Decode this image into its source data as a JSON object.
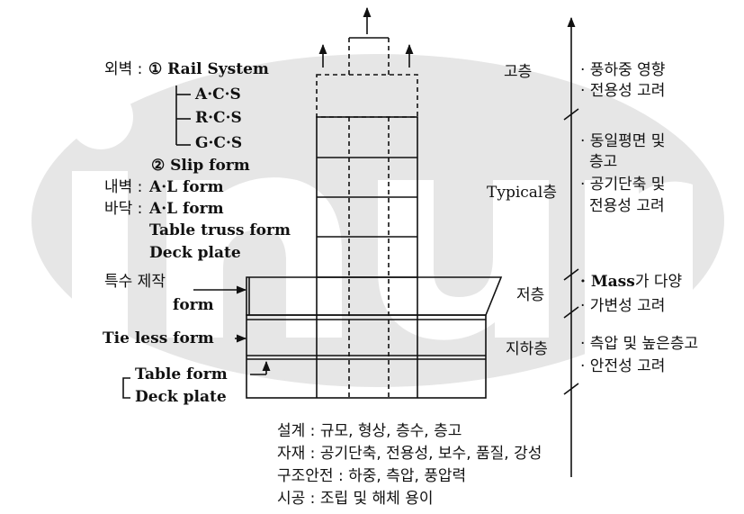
{
  "watermark": "inup",
  "left": {
    "outer_wall_label": "외벽 : ",
    "outer_wall_item1": "① Rail System",
    "acs": "A·C·S",
    "rcs": "R·C·S",
    "gcs": "G·C·S",
    "outer_wall_item2": "② Slip form",
    "inner_wall_label": "내벽 : ",
    "inner_wall_value": "A·L form",
    "floor_label": "바닥 : ",
    "floor_value": "A·L form",
    "table_truss": "Table truss form",
    "deck_plate_1": "Deck plate",
    "special_label": "특수 제작",
    "special_form": "form",
    "tie_less": "Tie less form",
    "table_form": "Table form",
    "deck_plate_2": "Deck plate"
  },
  "zones": {
    "high": "고층",
    "typical": "Typical층",
    "low": "저층",
    "basement": "지하층"
  },
  "notes": {
    "high_1": "· 풍하중 영향",
    "high_2": "· 전용성 고려",
    "typical_1": "· 동일평면 및",
    "typical_2": "층고",
    "typical_3": "· 공기단축 및",
    "typical_4": "전용성 고려",
    "low_1_bold": "· Mass",
    "low_1_rest": "가 다양",
    "low_2": "· 가변성 고려",
    "basement_1": "· 측압 및 높은층고",
    "basement_2": "· 안전성 고려"
  },
  "bottom": [
    "설계 : 규모, 형상, 층수, 층고",
    "자재 : 공기단축, 전용성, 보수, 품질, 강성",
    "구조안전 : 하중, 측압, 풍압력",
    "시공 : 조립 및 해체 용이"
  ]
}
